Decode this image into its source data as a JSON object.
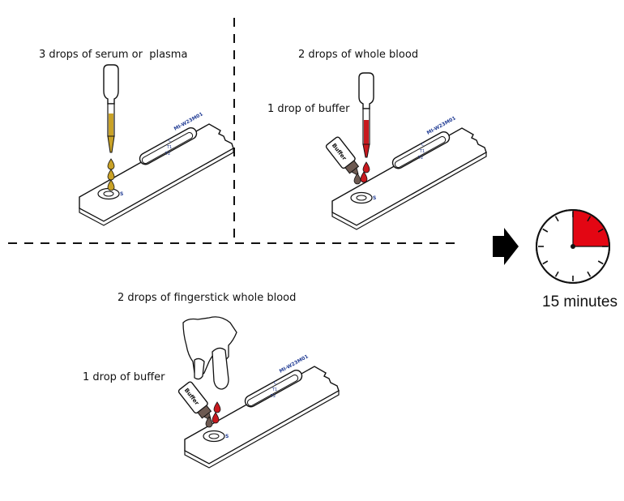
{
  "panels": {
    "serum": {
      "title": "3 drops of serum or  plasma",
      "cassette_code": "MI-W23M01",
      "sample_well": "S"
    },
    "whole_blood": {
      "title": "2 drops of whole blood",
      "buffer_note": "1 drop of buffer",
      "bottle_label": "Buffer",
      "cassette_code": "MI-W23M01",
      "sample_well": "S"
    },
    "fingerstick": {
      "title": "2 drops of fingerstick whole blood",
      "buffer_note": "1 drop of buffer",
      "bottle_label": "Buffer",
      "cassette_code": "MI-W23M01",
      "sample_well": "S"
    }
  },
  "cassette_marks": [
    "C",
    "T1",
    "T2"
  ],
  "timer": {
    "label": "15 minutes",
    "minutes": 15,
    "accent": "#e30613"
  },
  "colors": {
    "serum": "#c9a227",
    "blood": "#c8191e",
    "timer_fill": "#e30613",
    "cassette_text": "#1f3a93"
  }
}
